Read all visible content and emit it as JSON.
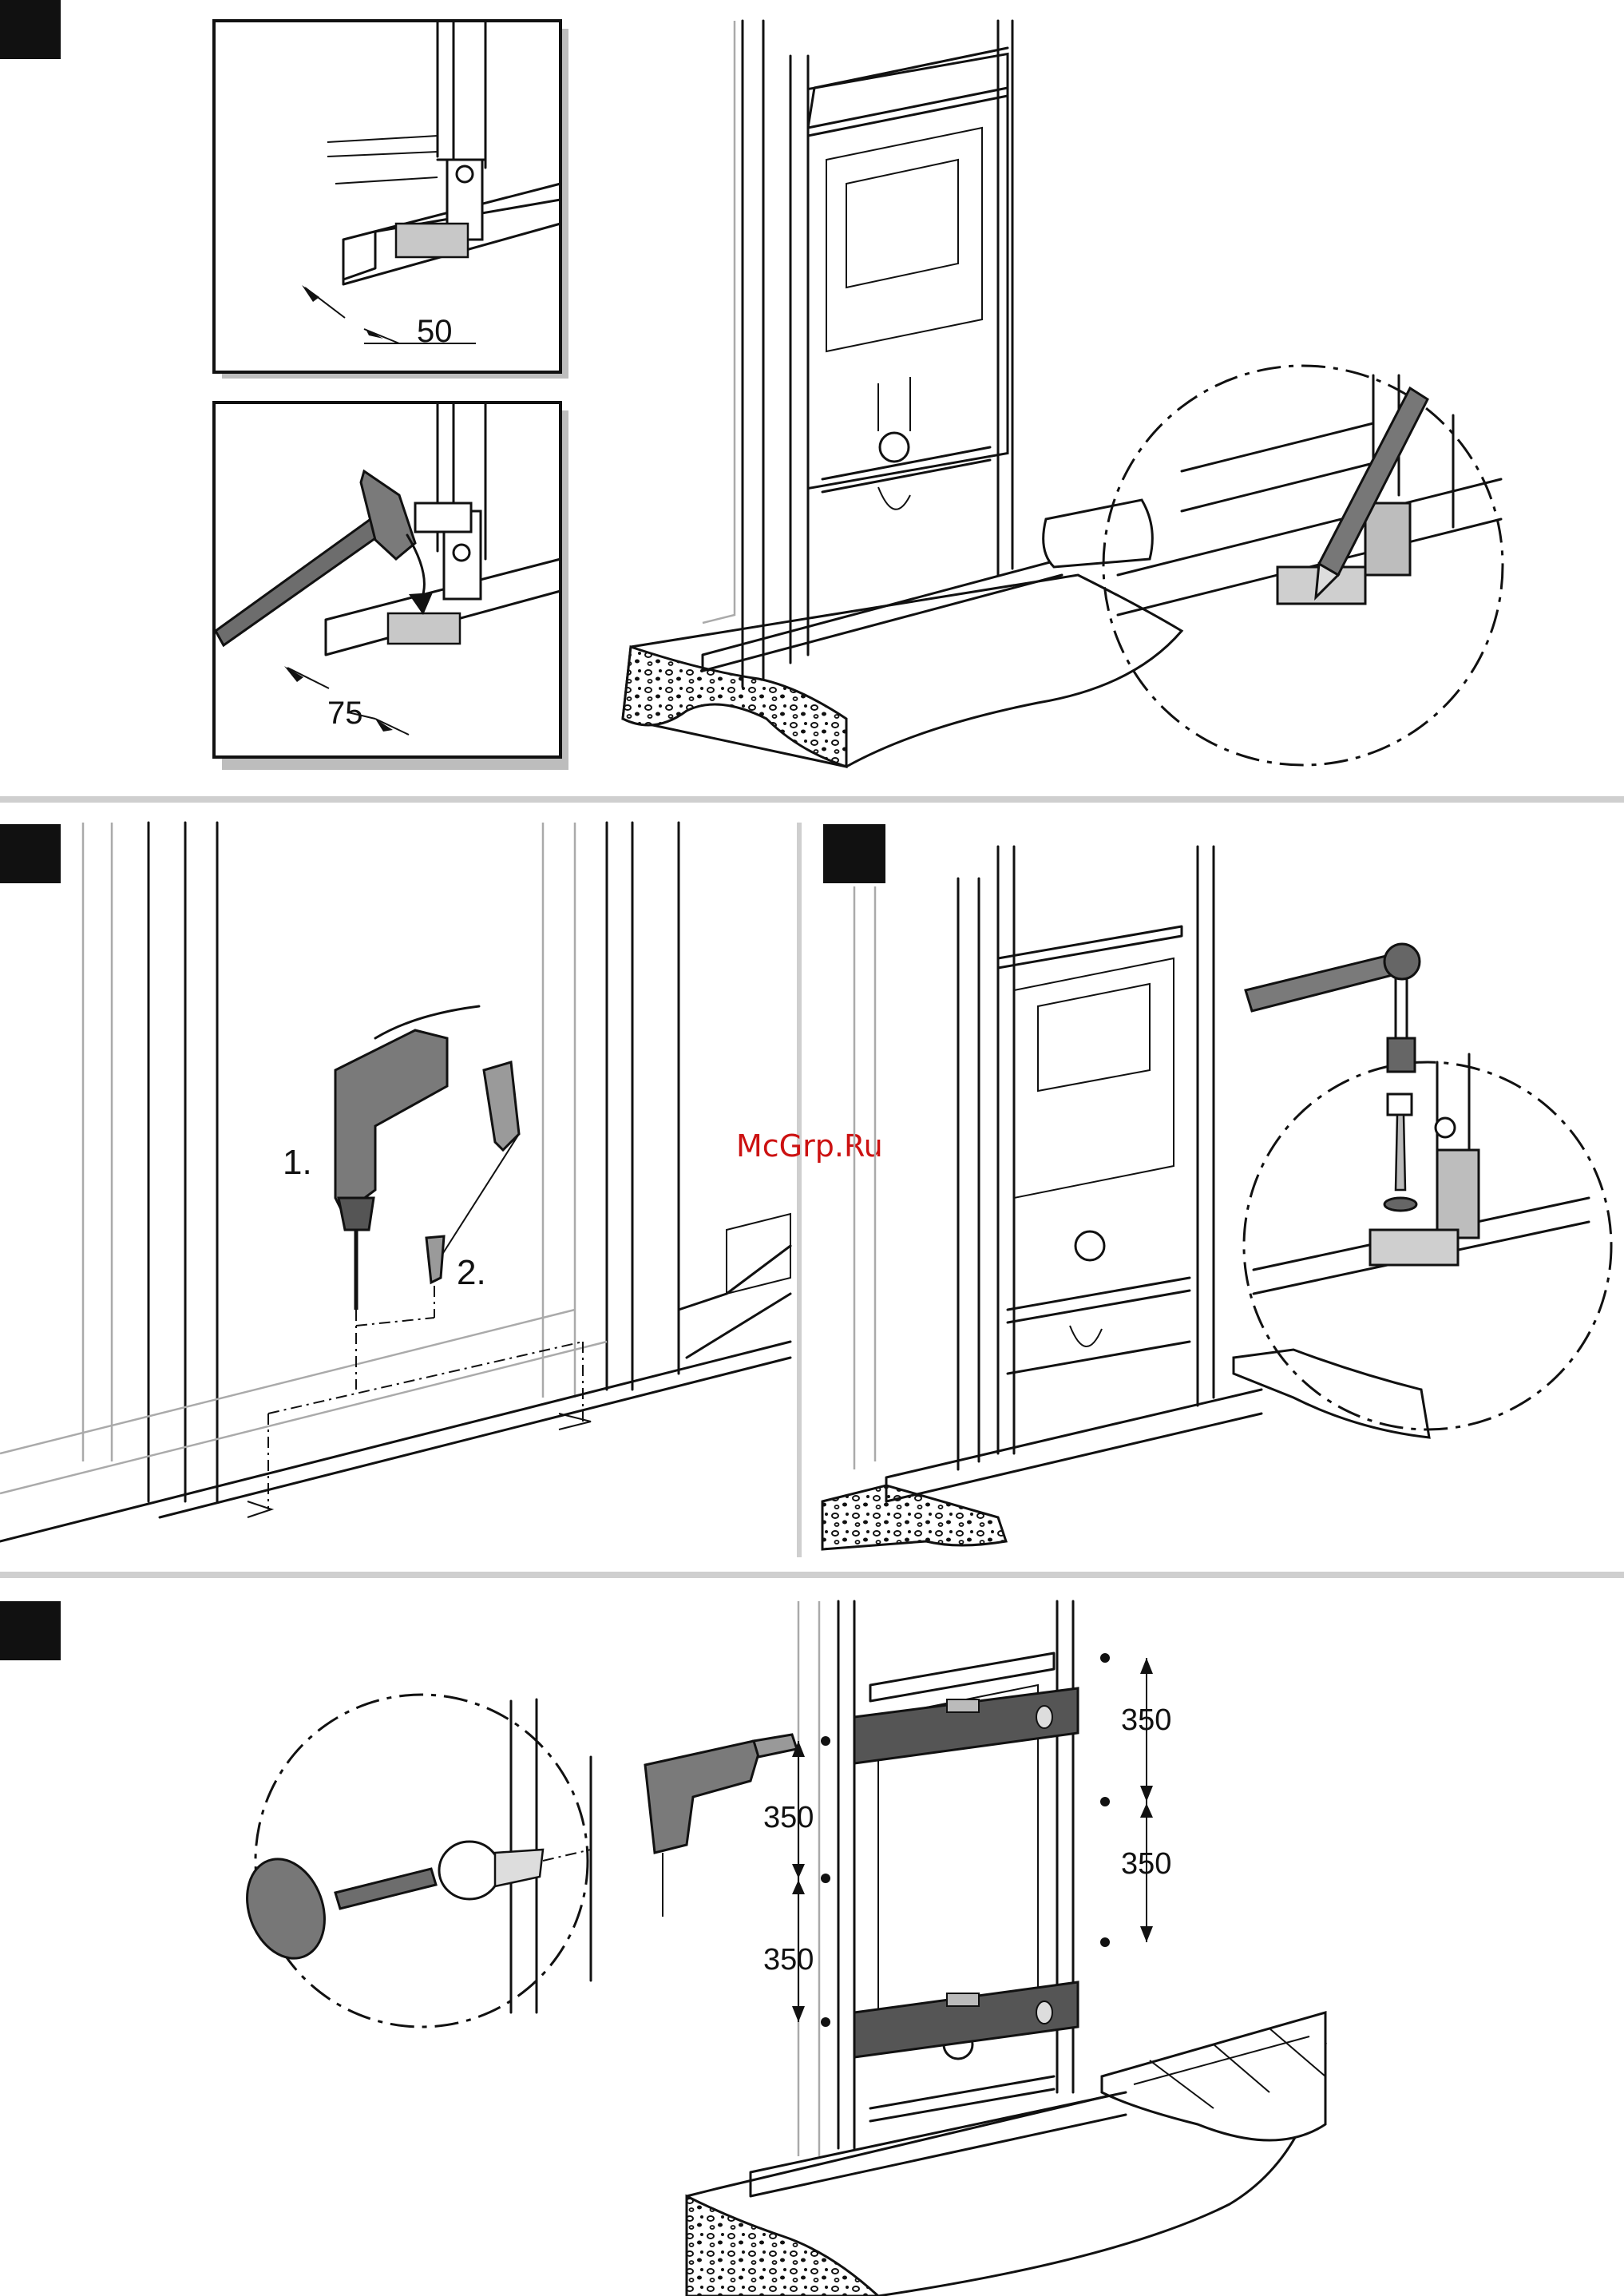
{
  "watermark": "McGrp.Ru",
  "steps": [
    {
      "dim_a": "50",
      "dim_b": "75"
    },
    {
      "label_1": "1.",
      "label_2": "2."
    },
    {},
    {
      "spacing_labels": [
        "350",
        "350",
        "350",
        "350"
      ]
    }
  ]
}
